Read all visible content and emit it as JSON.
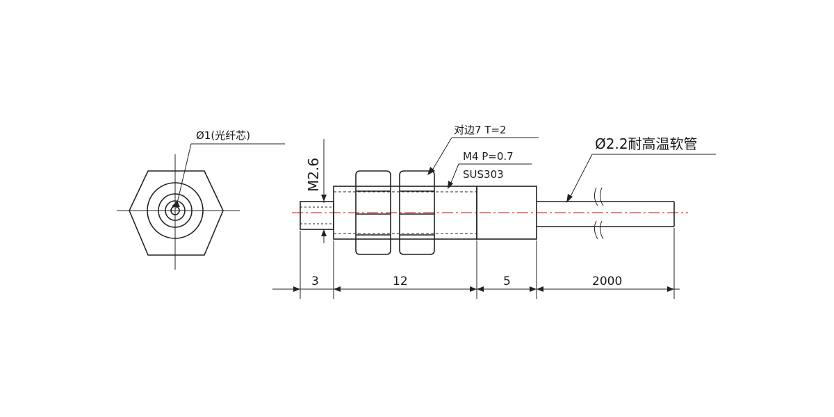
{
  "labels": {
    "core": "Ø1(光纤芯)",
    "hex_nut": "对边7 T=2",
    "thread": "M4 P=0.7",
    "material": "SUS303",
    "tube": "Ø2.2耐高温软管",
    "tip": "M2.6"
  },
  "dimensions": {
    "d1": "3",
    "d2": "12",
    "d3": "5",
    "d4": "2000"
  }
}
